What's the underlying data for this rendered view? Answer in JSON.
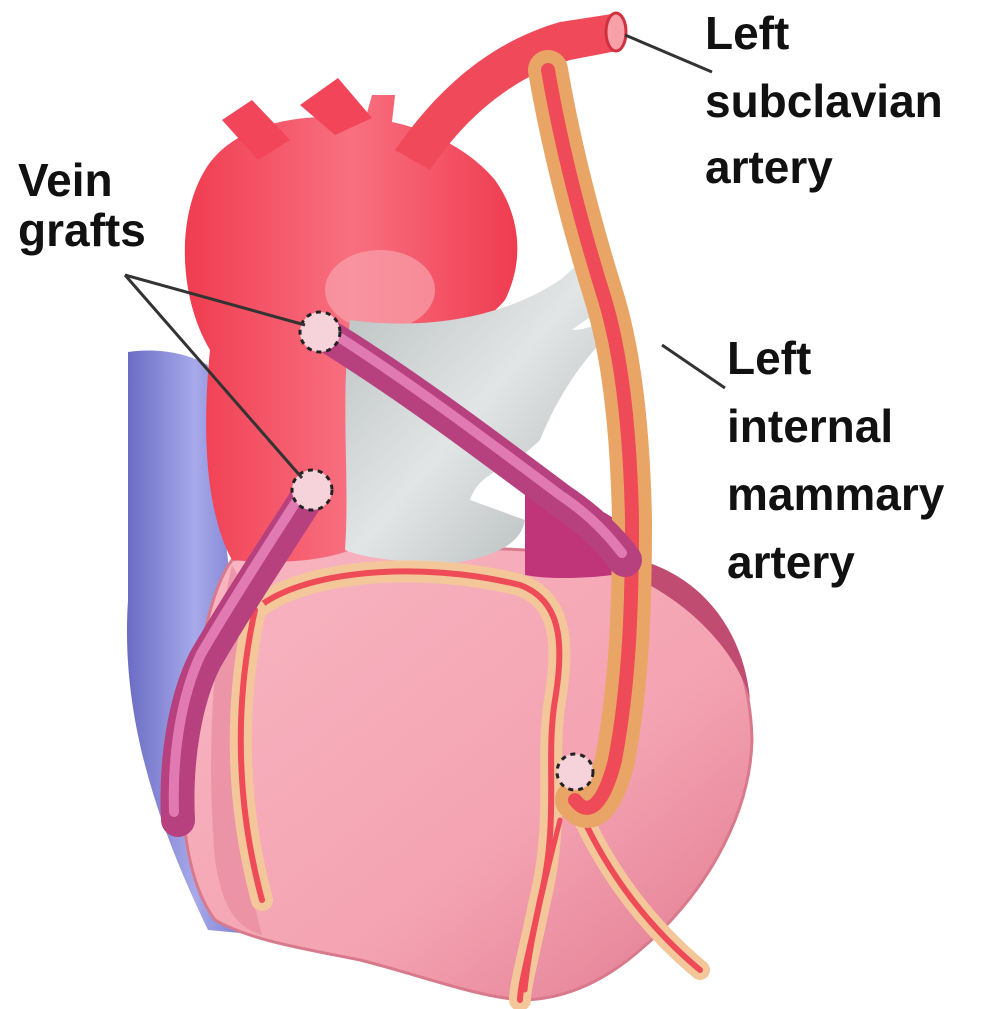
{
  "labels": {
    "vein_grafts": [
      "Vein",
      "grafts"
    ],
    "left_subclavian_artery": [
      "Left",
      "subclavian",
      "artery"
    ],
    "left_internal_mammary_artery": [
      "Left",
      "internal",
      "mammary",
      "artery"
    ]
  },
  "colors": {
    "aorta": "#f4485a",
    "heart": "#f6a8b4",
    "vein_graft": "#c8548e",
    "pulmonary": "#c4c9c9",
    "vena_cava": "#7d7fcf",
    "mammary_artery": "#e9a566",
    "coronary": "#ee4a58",
    "leader": "#333333"
  }
}
